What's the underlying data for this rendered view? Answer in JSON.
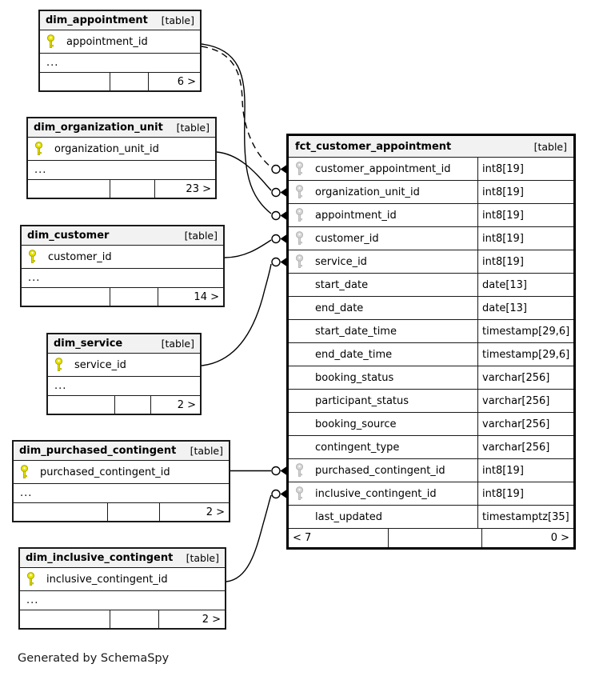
{
  "caption": "Generated by SchemaSpy",
  "colors": {
    "primary_key_gold": "#e8e400",
    "foreign_key_gray": "#cccccc",
    "header_bg": "#f2f2f2",
    "line": "#000000"
  },
  "dims": {
    "dim_appointment": {
      "title": "dim_appointment",
      "tag": "[table]",
      "pk_column": "appointment_id",
      "more_rows": "...",
      "related": "6 >"
    },
    "dim_organization_unit": {
      "title": "dim_organization_unit",
      "tag": "[table]",
      "pk_column": "organization_unit_id",
      "more_rows": "...",
      "related": "23 >"
    },
    "dim_customer": {
      "title": "dim_customer",
      "tag": "[table]",
      "pk_column": "customer_id",
      "more_rows": "...",
      "related": "14 >"
    },
    "dim_service": {
      "title": "dim_service",
      "tag": "[table]",
      "pk_column": "service_id",
      "more_rows": "...",
      "related": "2 >"
    },
    "dim_purchased_contingent": {
      "title": "dim_purchased_contingent",
      "tag": "[table]",
      "pk_column": "purchased_contingent_id",
      "more_rows": "...",
      "related": "2 >"
    },
    "dim_inclusive_contingent": {
      "title": "dim_inclusive_contingent",
      "tag": "[table]",
      "pk_column": "inclusive_contingent_id",
      "more_rows": "...",
      "related": "2 >"
    }
  },
  "fact": {
    "title": "fct_customer_appointment",
    "tag": "[table]",
    "columns": [
      {
        "name": "customer_appointment_id",
        "type": "int8[19]",
        "fk": true
      },
      {
        "name": "organization_unit_id",
        "type": "int8[19]",
        "fk": true
      },
      {
        "name": "appointment_id",
        "type": "int8[19]",
        "fk": true
      },
      {
        "name": "customer_id",
        "type": "int8[19]",
        "fk": true
      },
      {
        "name": "service_id",
        "type": "int8[19]",
        "fk": true
      },
      {
        "name": "start_date",
        "type": "date[13]",
        "fk": false
      },
      {
        "name": "end_date",
        "type": "date[13]",
        "fk": false
      },
      {
        "name": "start_date_time",
        "type": "timestamp[29,6]",
        "fk": false
      },
      {
        "name": "end_date_time",
        "type": "timestamp[29,6]",
        "fk": false
      },
      {
        "name": "booking_status",
        "type": "varchar[256]",
        "fk": false
      },
      {
        "name": "participant_status",
        "type": "varchar[256]",
        "fk": false
      },
      {
        "name": "booking_source",
        "type": "varchar[256]",
        "fk": false
      },
      {
        "name": "contingent_type",
        "type": "varchar[256]",
        "fk": false
      },
      {
        "name": "purchased_contingent_id",
        "type": "int8[19]",
        "fk": true
      },
      {
        "name": "inclusive_contingent_id",
        "type": "int8[19]",
        "fk": true
      },
      {
        "name": "last_updated",
        "type": "timestamptz[35]",
        "fk": false
      }
    ],
    "paging_left": "< 7",
    "paging_right": "0 >"
  },
  "relationships": [
    {
      "from": "dim_appointment.appointment_id",
      "to": "fct_customer_appointment.customer_appointment_id",
      "style": "dashed"
    },
    {
      "from": "dim_organization_unit.organization_unit_id",
      "to": "fct_customer_appointment.organization_unit_id",
      "style": "solid"
    },
    {
      "from": "dim_appointment.appointment_id",
      "to": "fct_customer_appointment.appointment_id",
      "style": "solid"
    },
    {
      "from": "dim_customer.customer_id",
      "to": "fct_customer_appointment.customer_id",
      "style": "solid"
    },
    {
      "from": "dim_service.service_id",
      "to": "fct_customer_appointment.service_id",
      "style": "solid"
    },
    {
      "from": "dim_purchased_contingent.purchased_contingent_id",
      "to": "fct_customer_appointment.purchased_contingent_id",
      "style": "solid"
    },
    {
      "from": "dim_inclusive_contingent.inclusive_contingent_id",
      "to": "fct_customer_appointment.inclusive_contingent_id",
      "style": "solid"
    }
  ]
}
